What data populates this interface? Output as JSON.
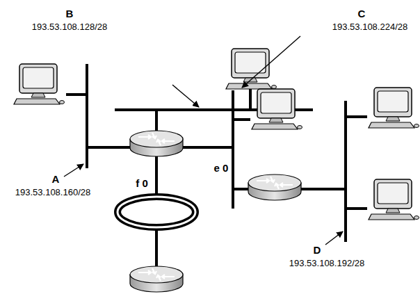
{
  "diagram": {
    "labels": [
      "B",
      "193.53.108.128/28",
      "C",
      "193.53.108.224/28",
      "A",
      "193.53.108.160/28",
      "e 0",
      "f 0",
      "D",
      "193.53.108.192/28"
    ]
  }
}
